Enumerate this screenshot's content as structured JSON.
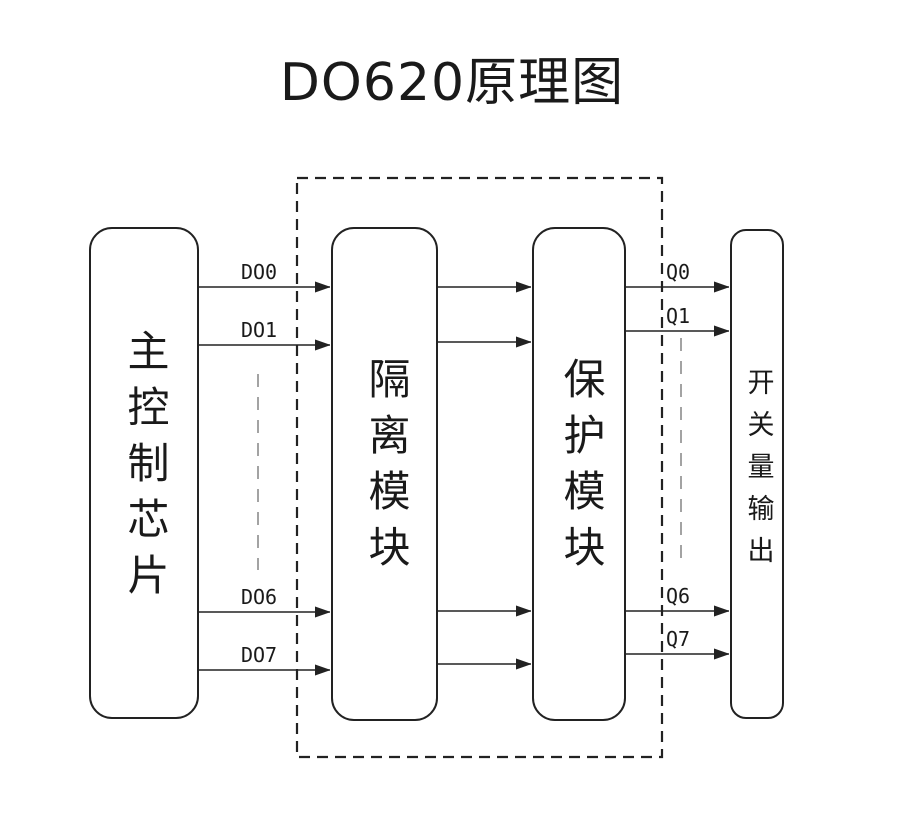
{
  "title": "DO620原理图",
  "colors": {
    "line": "#222222",
    "gray_dash": "#a3a3a3",
    "text": "#1a1a1a",
    "background": "#ffffff"
  },
  "blocks": {
    "main_chip": {
      "label": "主控制芯片"
    },
    "isolation": {
      "label": "隔离模块"
    },
    "protection": {
      "label": "保护模块"
    },
    "output": {
      "label": "开关量输出"
    }
  },
  "signals": {
    "inputs": [
      {
        "label": "DO0"
      },
      {
        "label": "DO1"
      },
      {
        "label": "DO6"
      },
      {
        "label": "DO7"
      }
    ],
    "outputs": [
      {
        "label": "Q0"
      },
      {
        "label": "Q1"
      },
      {
        "label": "Q6"
      },
      {
        "label": "Q7"
      }
    ]
  }
}
